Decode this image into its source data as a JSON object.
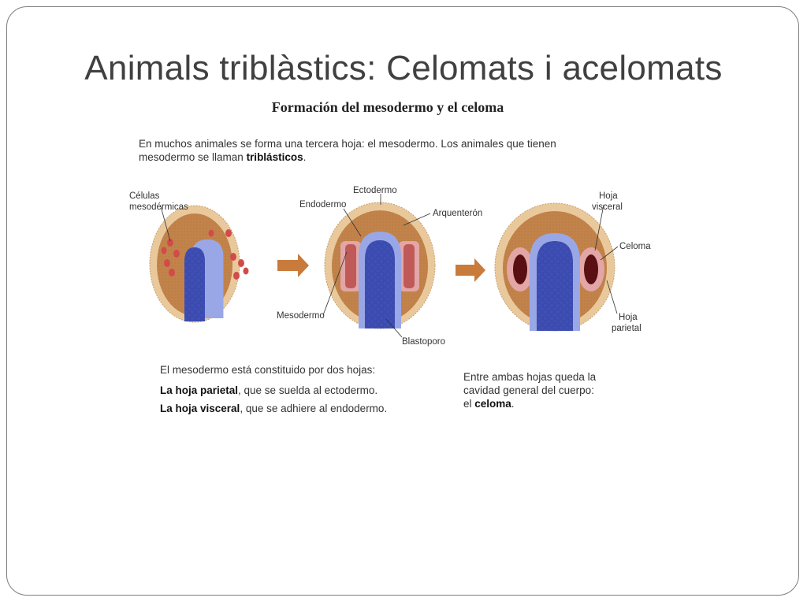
{
  "slide": {
    "title": "Animals triblàstics: Celomats i acelomats"
  },
  "figure": {
    "title": "Formación del mesodermo y el celoma",
    "intro": {
      "line1": "En muchos animales se forma una tercera hoja: el mesodermo. Los animales que tienen",
      "line2_prefix": "mesodermo se llaman ",
      "line2_bold": "triblásticos",
      "line2_suffix": "."
    },
    "labels": {
      "celulas_1": "Células",
      "celulas_2": "mesodérmicas",
      "ectodermo": "Ectodermo",
      "endodermo": "Endodermo",
      "arquenteron": "Arquenterón",
      "mesodermo": "Mesodermo",
      "blastoporo": "Blastoporo",
      "hoja_visceral_1": "Hoja",
      "hoja_visceral_2": "visceral",
      "celoma": "Celoma",
      "hoja_parietal_1": "Hoja",
      "hoja_parietal_2": "parietal"
    },
    "caption_left": {
      "line1": "El mesodermo está constituido por dos hojas:",
      "line2_bold": "La hoja parietal",
      "line2_rest": ", que se suelda al ectodermo.",
      "line3_bold": "La hoja visceral",
      "line3_rest": ", que se adhiere al endodermo."
    },
    "caption_right": {
      "line1": "Entre ambas hojas queda la",
      "line2": "cavidad general del cuerpo:",
      "line3_prefix": "el ",
      "line3_bold": "celoma",
      "line3_suffix": "."
    },
    "colors": {
      "ectoderm": "#e9c99c",
      "interior": "#c2834b",
      "endoderm": "#9aa7e6",
      "archenteron": "#3f4fb5",
      "mesoderm": "#e3a6a6",
      "mesoderm_cells": "#d24a4a",
      "arrow": "#c97b3b"
    }
  }
}
